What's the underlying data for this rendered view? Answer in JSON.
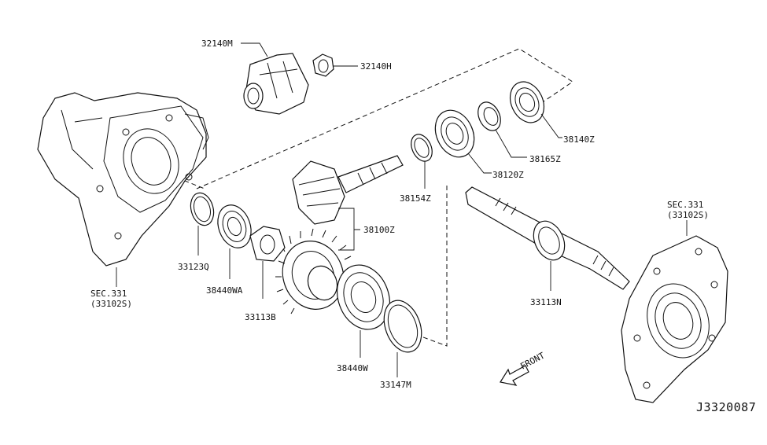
{
  "diagram_ref": "J3320087",
  "direction_label": "FRONT",
  "parts": {
    "p32140M": "32140M",
    "p32140H": "32140H",
    "p38140Z": "38140Z",
    "p38165Z": "38165Z",
    "p38120Z": "38120Z",
    "p38154Z": "38154Z",
    "p38100Z": "38100Z",
    "p33123Q": "33123Q",
    "p38440WA": "38440WA",
    "p33113B": "33113B",
    "p38440W": "38440W",
    "p33147M": "33147M",
    "p33113N": "33113N"
  },
  "sections": {
    "left": {
      "sec": "SEC.331",
      "code": "(33102S)"
    },
    "right": {
      "sec": "SEC.331",
      "code": "(33102S)"
    }
  }
}
